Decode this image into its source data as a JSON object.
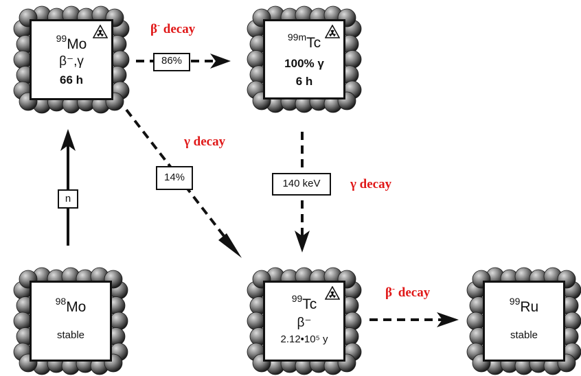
{
  "nodes": {
    "mo99": {
      "mass": "99",
      "symbol": "Mo",
      "mode": "β⁻,γ",
      "half_life": "66 h"
    },
    "tc99m": {
      "mass": "99m",
      "symbol": "Tc",
      "mode": "100% γ",
      "half_life": "6 h"
    },
    "mo98": {
      "mass": "98",
      "symbol": "Mo",
      "status": "stable"
    },
    "tc99": {
      "mass": "99",
      "symbol": "Tc",
      "mode": "β⁻",
      "half_life": "2.12•10⁵ y"
    },
    "ru99": {
      "mass": "99",
      "symbol": "Ru",
      "status": "stable"
    }
  },
  "tags": {
    "branch_86": "86%",
    "branch_14": "14%",
    "neutron": "n",
    "energy": "140 keV"
  },
  "decay_labels": {
    "beta_top": "β⁻ decay",
    "gamma_left": "γ decay",
    "gamma_right": "γ decay",
    "beta_bottom": "β⁻ decay"
  },
  "colors": {
    "decay_label": "#e01818",
    "box_border": "#111111",
    "nucleon_dark": "#3a3a3a",
    "nucleon_light": "#d8d8d8"
  },
  "icons": {
    "radiation": "radiation-trefoil-icon",
    "nucleus": "nucleus-cluster-icon"
  }
}
